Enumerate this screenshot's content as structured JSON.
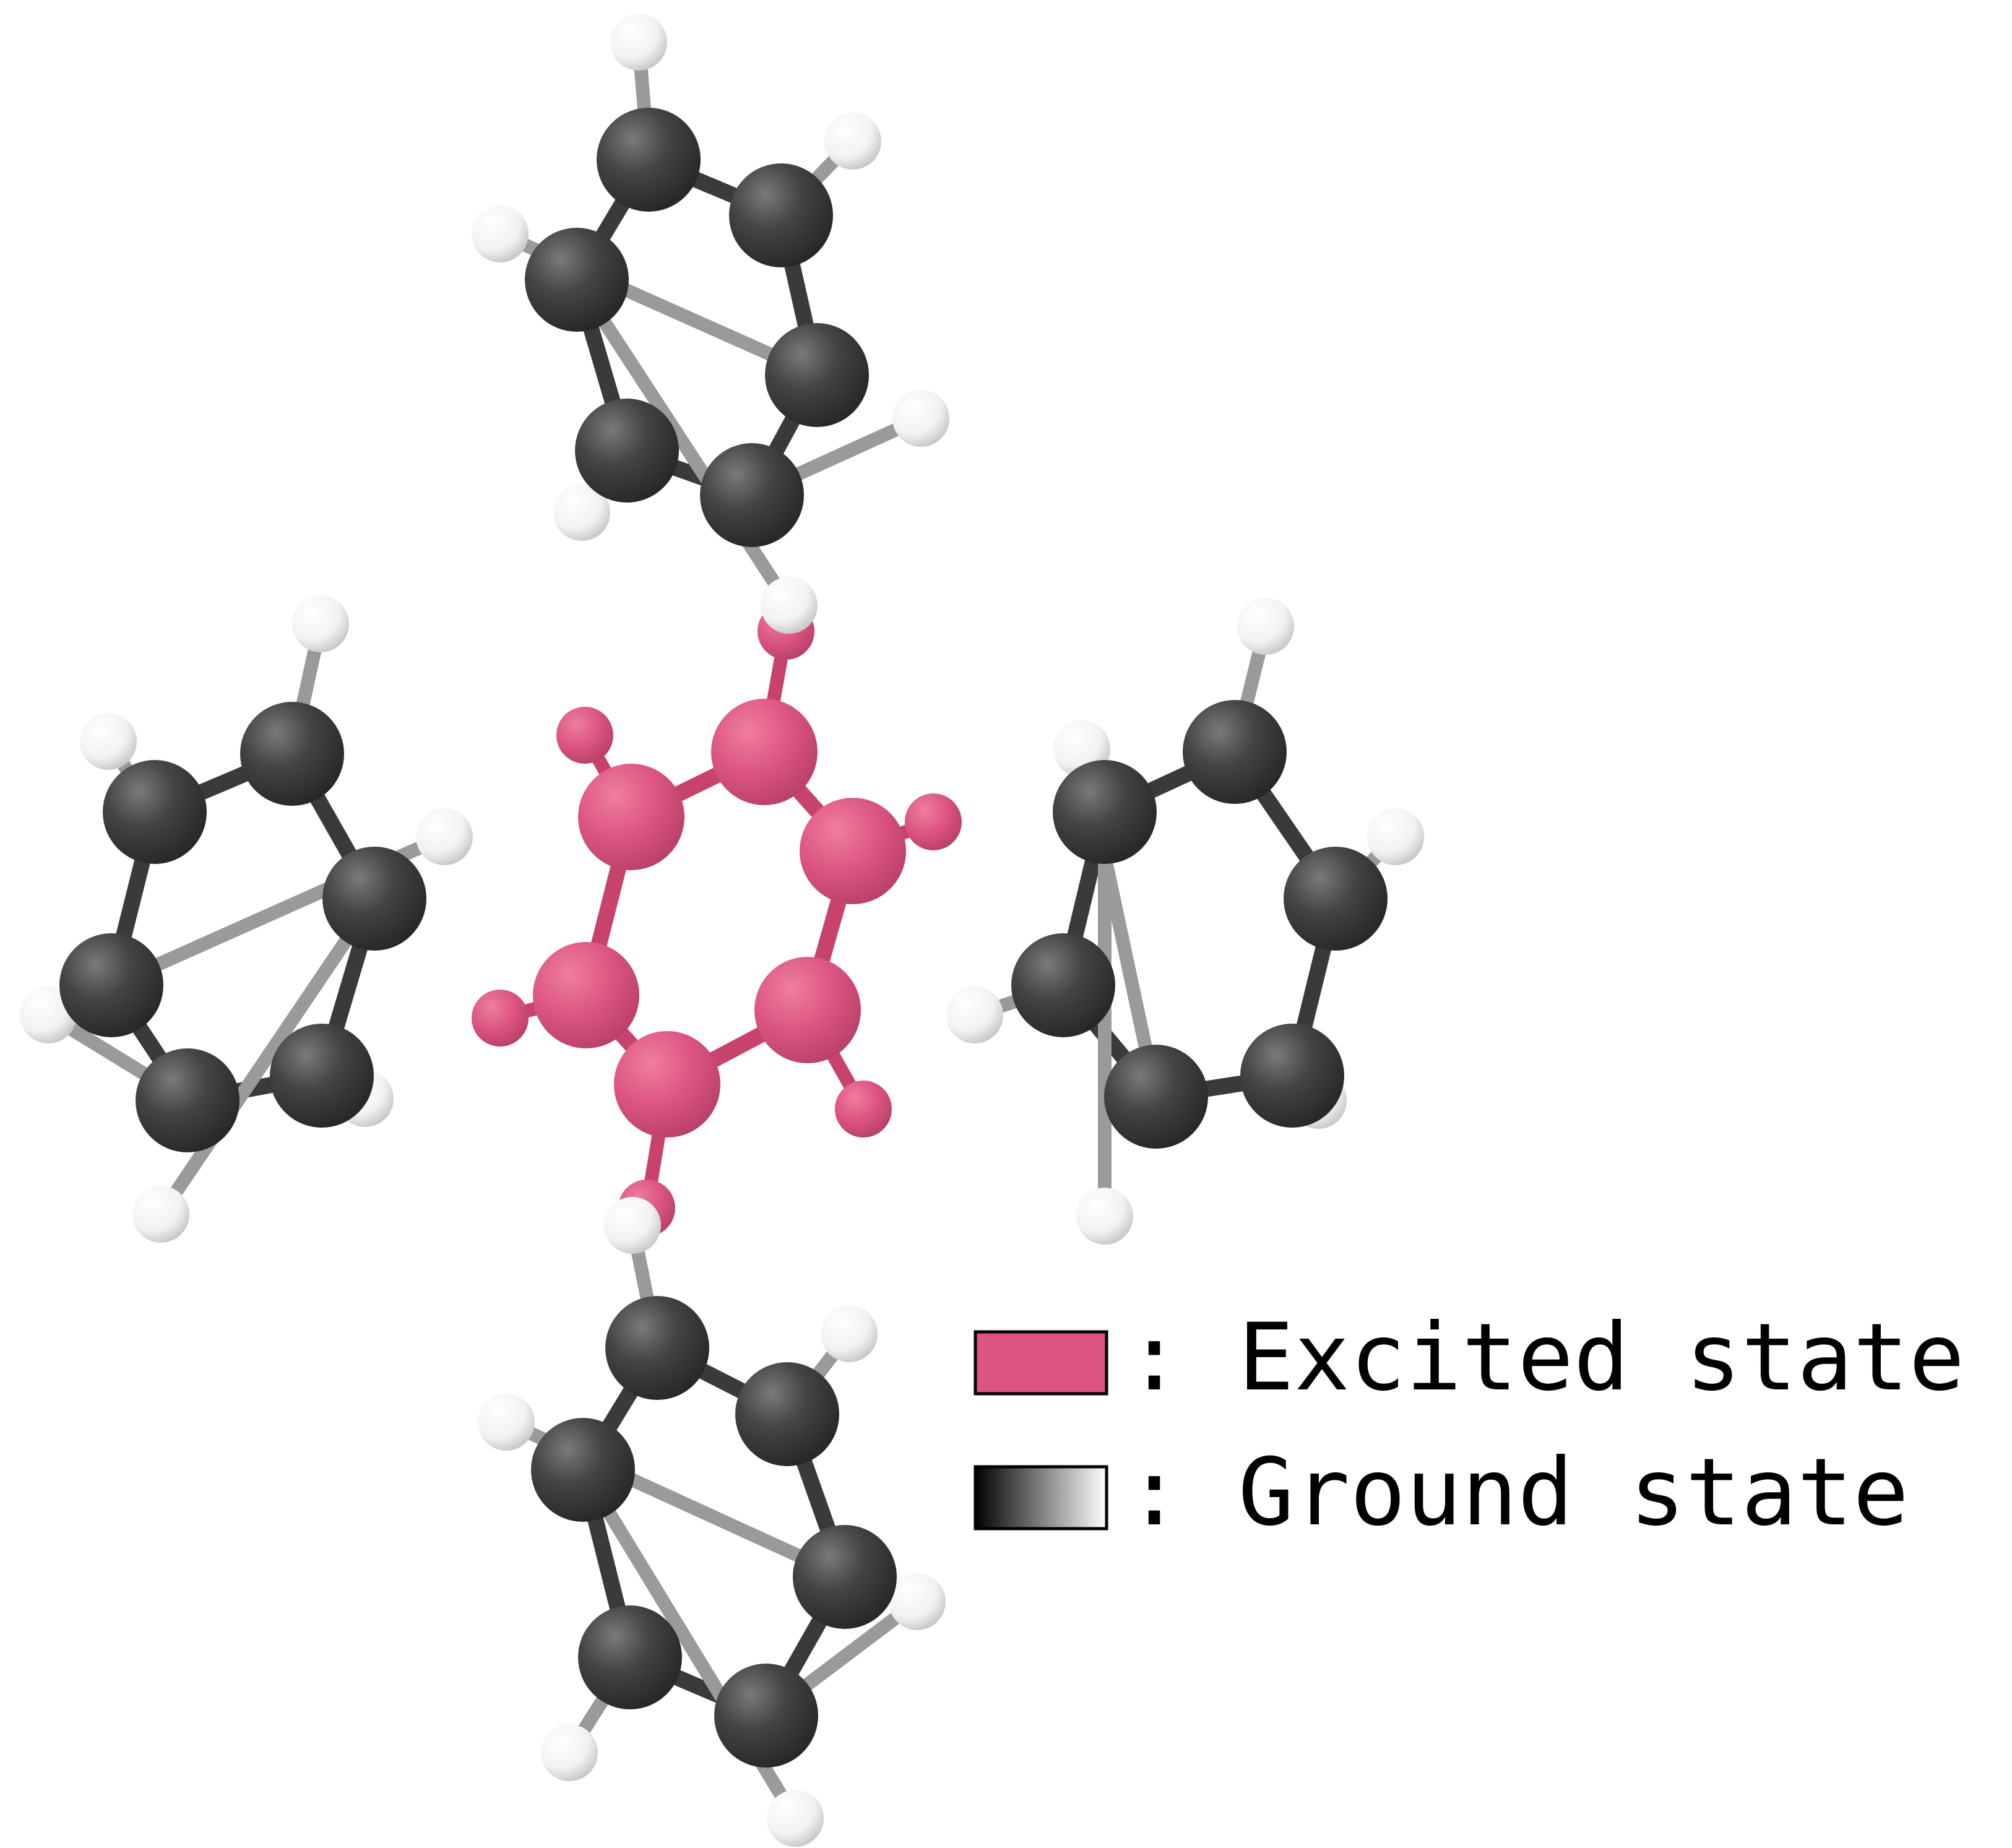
{
  "colors": {
    "excited": "#d9507c",
    "ground_carbon": "#3f3f3f",
    "ground_hydrogen": "#ffffff",
    "bond_excited": "#c8436c",
    "bond_ground": "#3a3a3a"
  },
  "molecules": [
    {
      "id": "excited-center",
      "state": "excited"
    },
    {
      "id": "ground-top",
      "state": "ground"
    },
    {
      "id": "ground-left",
      "state": "ground"
    },
    {
      "id": "ground-right",
      "state": "ground"
    },
    {
      "id": "ground-bottom",
      "state": "ground"
    }
  ],
  "legend": {
    "items": [
      {
        "label": ": Excited state",
        "swatch": "excited"
      },
      {
        "label": ": Ground state",
        "swatch": "ground-gradient"
      }
    ]
  }
}
